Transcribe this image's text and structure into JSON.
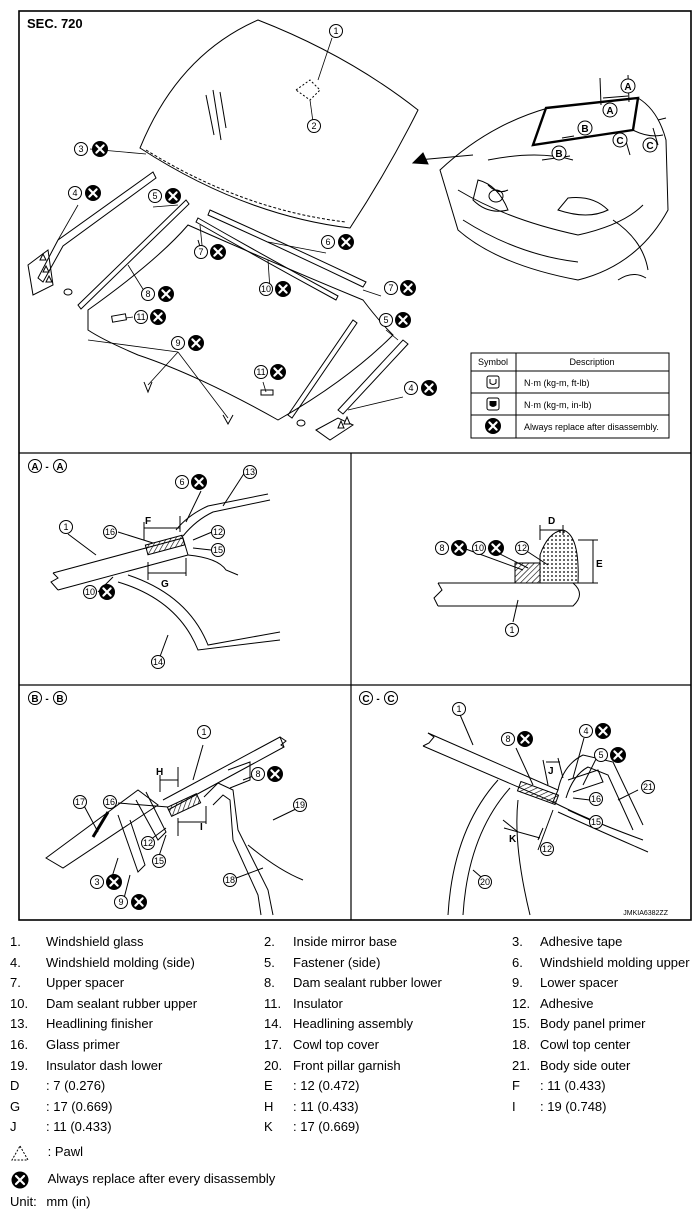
{
  "diagram": {
    "section_title": "SEC. 720",
    "image_code": "JMKIA6382ZZ",
    "view_labels": {
      "a": "A",
      "b": "B",
      "c": "C"
    },
    "dims": {
      "d": "D",
      "e": "E",
      "f": "F",
      "g": "G",
      "h": "H",
      "i": "I",
      "j": "J",
      "k": "K"
    },
    "symbol_table": {
      "header_symbol": "Symbol",
      "header_description": "Description",
      "rows": [
        {
          "icon": "torque-wrench-icon",
          "description": "N·m (kg-m, ft-lb)"
        },
        {
          "icon": "torque-wrench-icon",
          "description": "N·m (kg-m, in-lb)"
        },
        {
          "icon": "replace-part-icon",
          "description": "Always replace after disassembly."
        }
      ]
    }
  },
  "legend": {
    "parts": [
      {
        "num": "1.",
        "name": "Windshield glass"
      },
      {
        "num": "2.",
        "name": "Inside mirror base"
      },
      {
        "num": "3.",
        "name": "Adhesive tape"
      },
      {
        "num": "4.",
        "name": "Windshield molding (side)"
      },
      {
        "num": "5.",
        "name": "Fastener (side)"
      },
      {
        "num": "6.",
        "name": "Windshield molding upper"
      },
      {
        "num": "7.",
        "name": "Upper spacer"
      },
      {
        "num": "8.",
        "name": "Dam sealant rubber lower"
      },
      {
        "num": "9.",
        "name": "Lower spacer"
      },
      {
        "num": "10.",
        "name": "Dam sealant rubber upper"
      },
      {
        "num": "11.",
        "name": "Insulator"
      },
      {
        "num": "12.",
        "name": "Adhesive"
      },
      {
        "num": "13.",
        "name": "Headlining finisher"
      },
      {
        "num": "14.",
        "name": "Headlining assembly"
      },
      {
        "num": "15.",
        "name": "Body panel primer"
      },
      {
        "num": "16.",
        "name": "Glass primer"
      },
      {
        "num": "17.",
        "name": "Cowl top cover"
      },
      {
        "num": "18.",
        "name": "Cowl top center"
      },
      {
        "num": "19.",
        "name": "Insulator dash lower"
      },
      {
        "num": "20.",
        "name": "Front pillar garnish"
      },
      {
        "num": "21.",
        "name": "Body side outer"
      }
    ],
    "dimensions": [
      {
        "num": "D",
        "name": ": 7 (0.276)"
      },
      {
        "num": "E",
        "name": ": 12 (0.472)"
      },
      {
        "num": "F",
        "name": ": 11 (0.433)"
      },
      {
        "num": "G",
        "name": ": 17 (0.669)"
      },
      {
        "num": "H",
        "name": ": 11 (0.433)"
      },
      {
        "num": "I",
        "name": ": 19 (0.748)"
      },
      {
        "num": "J",
        "name": ": 11 (0.433)"
      },
      {
        "num": "K",
        "name": ": 17 (0.669)"
      }
    ],
    "pawl_label": ": Pawl",
    "replace_label": "Always replace after every disassembly",
    "unit_label": "Unit:",
    "unit_value": "mm (in)"
  }
}
